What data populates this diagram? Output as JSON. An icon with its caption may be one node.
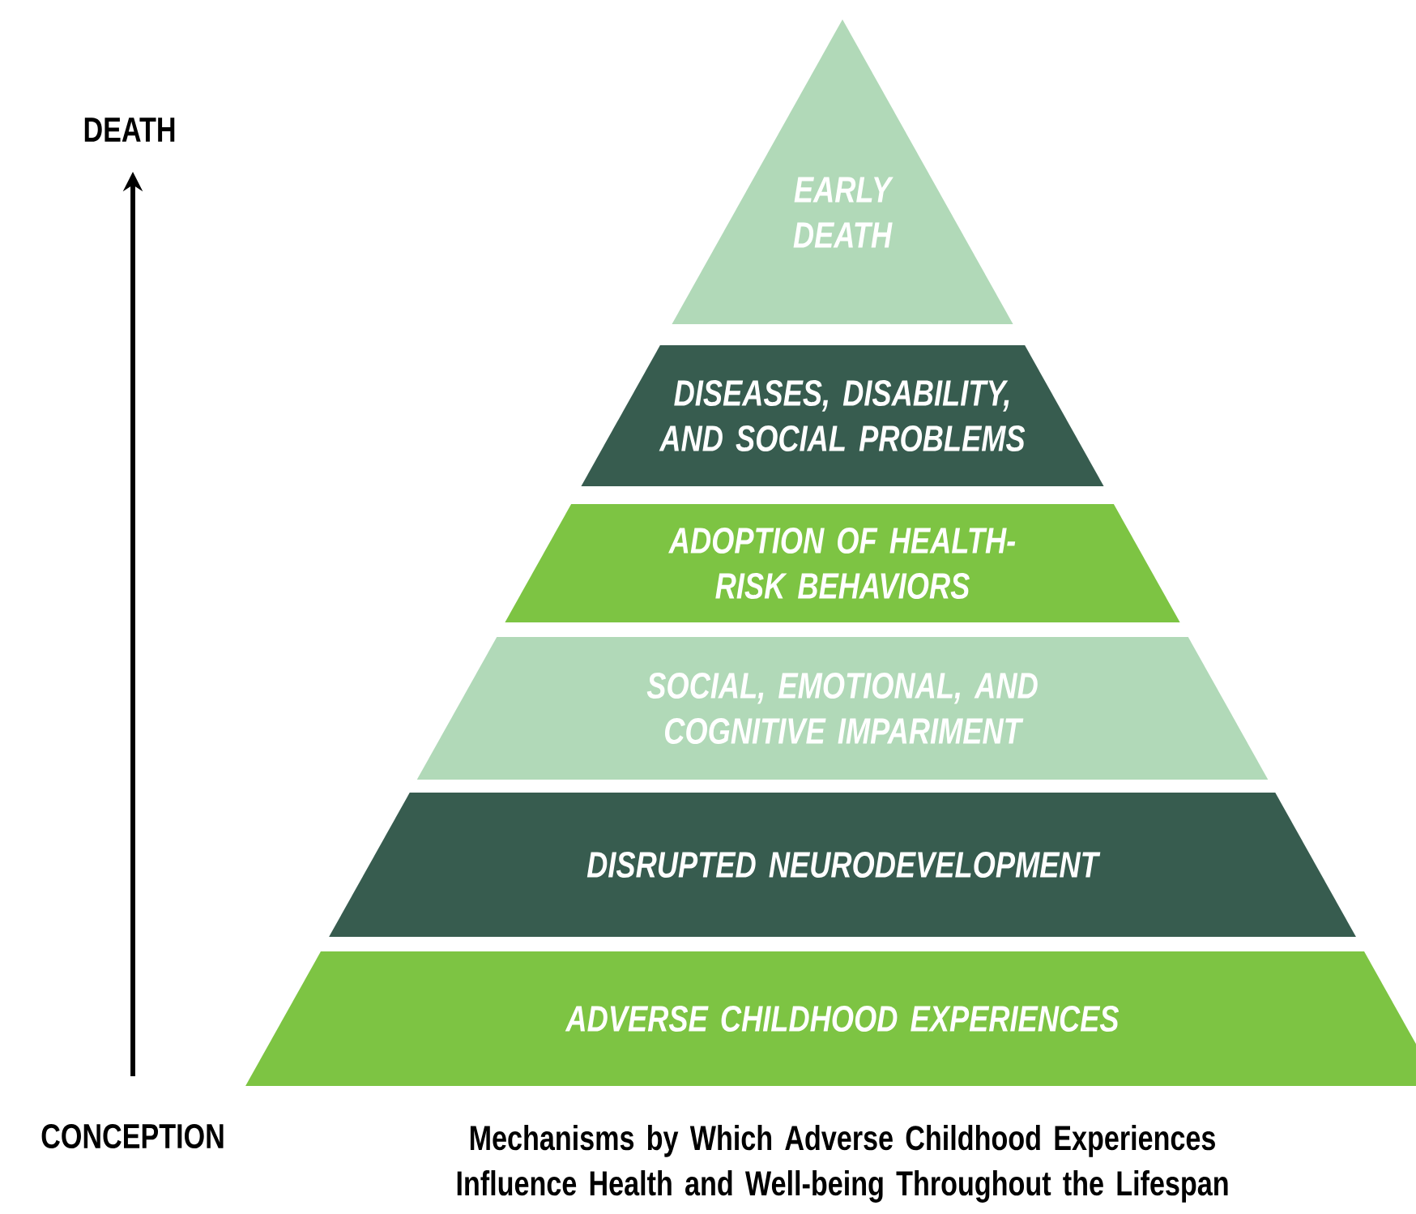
{
  "diagram": {
    "caption": "Mechanisms by Which Adverse Childhood Experiences Influence Health and Well-being Throughout the Lifespan",
    "nodes": [
      {
        "text": [
          "EARLY DEATH"
        ]
      },
      {
        "text": [
          "DISEASES, DISABILITY, AND SOCIAL PROBLEMS"
        ]
      },
      {
        "text": [
          "ADOPTION OF HEALTH-RISK BEHAVIORS"
        ]
      },
      {
        "text": [
          "SOCIAL, EMOTIONAL, AND COGNITIVE IMPARIMENT"
        ]
      },
      {
        "text": [
          "DISRUPTED NEURODEVELOPMENT"
        ]
      },
      {
        "text": [
          "ADVERSE CHILDHOOD EXPERIENCES"
        ]
      }
    ],
    "labels": [
      "DEATH",
      "CONCEPTION"
    ]
  }
}
